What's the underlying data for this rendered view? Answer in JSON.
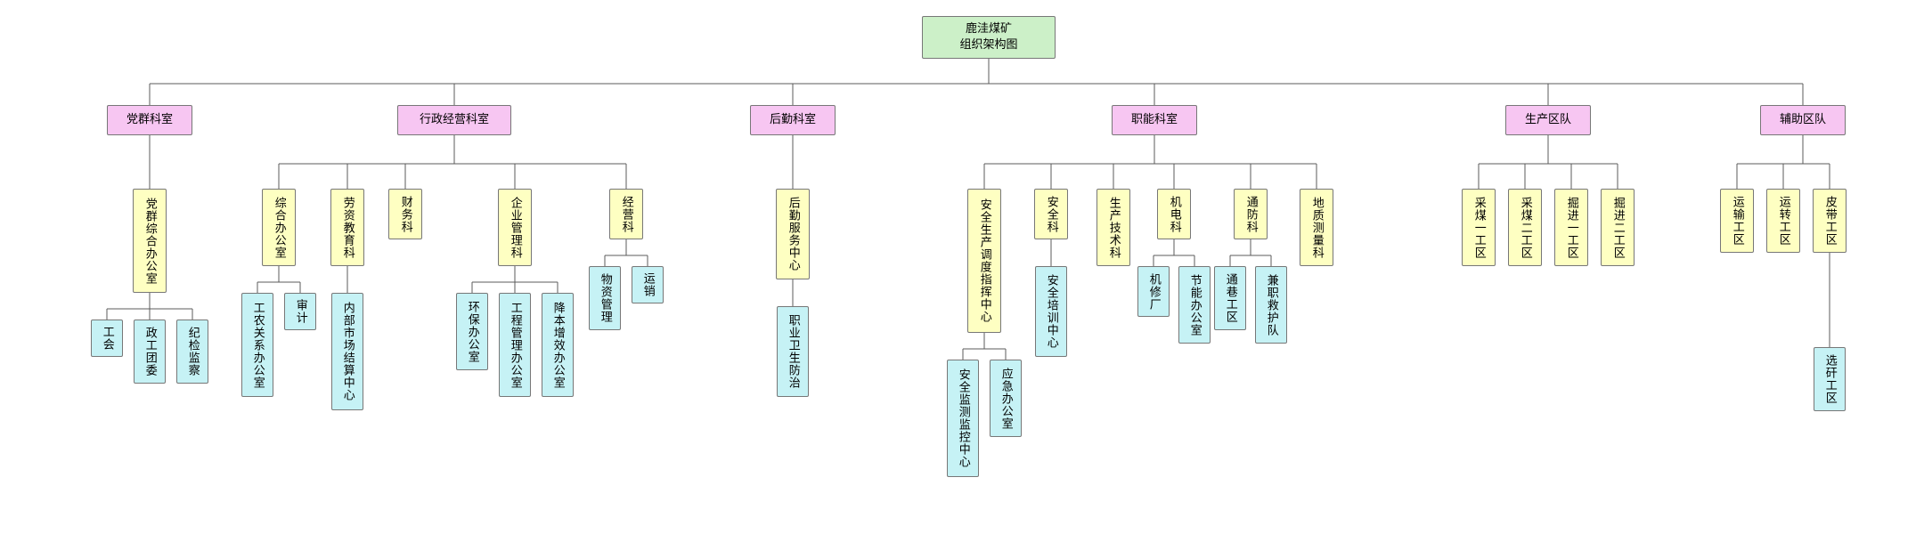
{
  "title": {
    "line1": "鹿洼煤矿",
    "line2": "组织架构图"
  },
  "colors": {
    "title_fill": "#ccf0c8",
    "level2_fill": "#f7c6f2",
    "level3_fill": "#feffc2",
    "level4_fill": "#c6f2f5",
    "line_color": "#5b5b5b"
  },
  "tree": [
    {
      "label": "党群科室",
      "children": [
        {
          "label": "党群综合办公室",
          "children": [
            {
              "label": "工会"
            },
            {
              "label": "政工团委"
            },
            {
              "label": "纪检监察"
            }
          ]
        }
      ]
    },
    {
      "label": "行政经营科室",
      "children": [
        {
          "label": "综合办公室",
          "children": [
            {
              "label": "工农关系办公室"
            },
            {
              "label": "审计"
            }
          ]
        },
        {
          "label": "劳资教育科",
          "children": [
            {
              "label": "内部市场结算中心"
            }
          ]
        },
        {
          "label": "财务科"
        },
        {
          "label": "企业管理科",
          "children": [
            {
              "label": "环保办公室"
            },
            {
              "label": "工程管理办公室"
            },
            {
              "label": "降本增效办公室"
            }
          ]
        },
        {
          "label": "经营科",
          "children": [
            {
              "label": "物资管理"
            },
            {
              "label": "运销"
            }
          ]
        }
      ]
    },
    {
      "label": "后勤科室",
      "children": [
        {
          "label": "后勤服务中心",
          "children": [
            {
              "label": "职业卫生防治"
            }
          ]
        }
      ]
    },
    {
      "label": "职能科室",
      "children": [
        {
          "label": "安全生产调度指挥中心",
          "children": [
            {
              "label": "安全监测监控中心"
            },
            {
              "label": "应急办公室"
            }
          ]
        },
        {
          "label": "安全科",
          "children": [
            {
              "label": "安全培训中心"
            }
          ]
        },
        {
          "label": "生产技术科"
        },
        {
          "label": "机电科",
          "children": [
            {
              "label": "机修厂"
            },
            {
              "label": "节能办公室"
            }
          ]
        },
        {
          "label": "通防科",
          "children": [
            {
              "label": "通巷工区"
            },
            {
              "label": "兼职救护队"
            }
          ]
        },
        {
          "label": "地质测量科"
        }
      ]
    },
    {
      "label": "生产区队",
      "children": [
        {
          "label": "采煤一工区"
        },
        {
          "label": "采煤二工区"
        },
        {
          "label": "掘进一工区"
        },
        {
          "label": "掘进二工区"
        }
      ]
    },
    {
      "label": "辅助区队",
      "children": [
        {
          "label": "运输工区"
        },
        {
          "label": "运转工区"
        },
        {
          "label": "皮带工区",
          "children": [
            {
              "label": "选矸工区"
            }
          ]
        }
      ]
    }
  ]
}
